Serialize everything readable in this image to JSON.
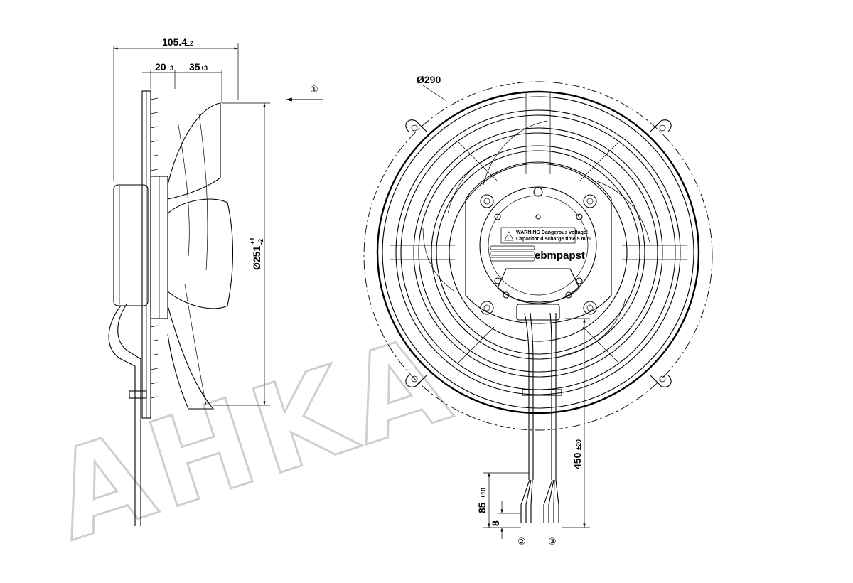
{
  "watermark": "AHKA",
  "side_view": {
    "dim_total_width": "105.4",
    "dim_total_width_tol": "±2",
    "dim_a": "20",
    "dim_a_tol": "±3",
    "dim_b": "35",
    "dim_b_tol": "±3",
    "dim_diameter": "Ø251",
    "dim_diameter_tol_upper": "+1",
    "dim_diameter_tol_lower": "-2",
    "airflow_marker": "①"
  },
  "front_view": {
    "dim_outer_diameter": "Ø290",
    "label_warning": "WARNING Dangerous voltage!",
    "label_capacitor": "Capacitor discharge time 5 min!",
    "brand": "ebmpapst",
    "dim_cable_length": "450",
    "dim_cable_length_tol": "±20",
    "dim_strip_length": "85",
    "dim_strip_length_tol": "±10",
    "dim_end": "8",
    "cable_marker_left": "②",
    "cable_marker_right": "③"
  }
}
